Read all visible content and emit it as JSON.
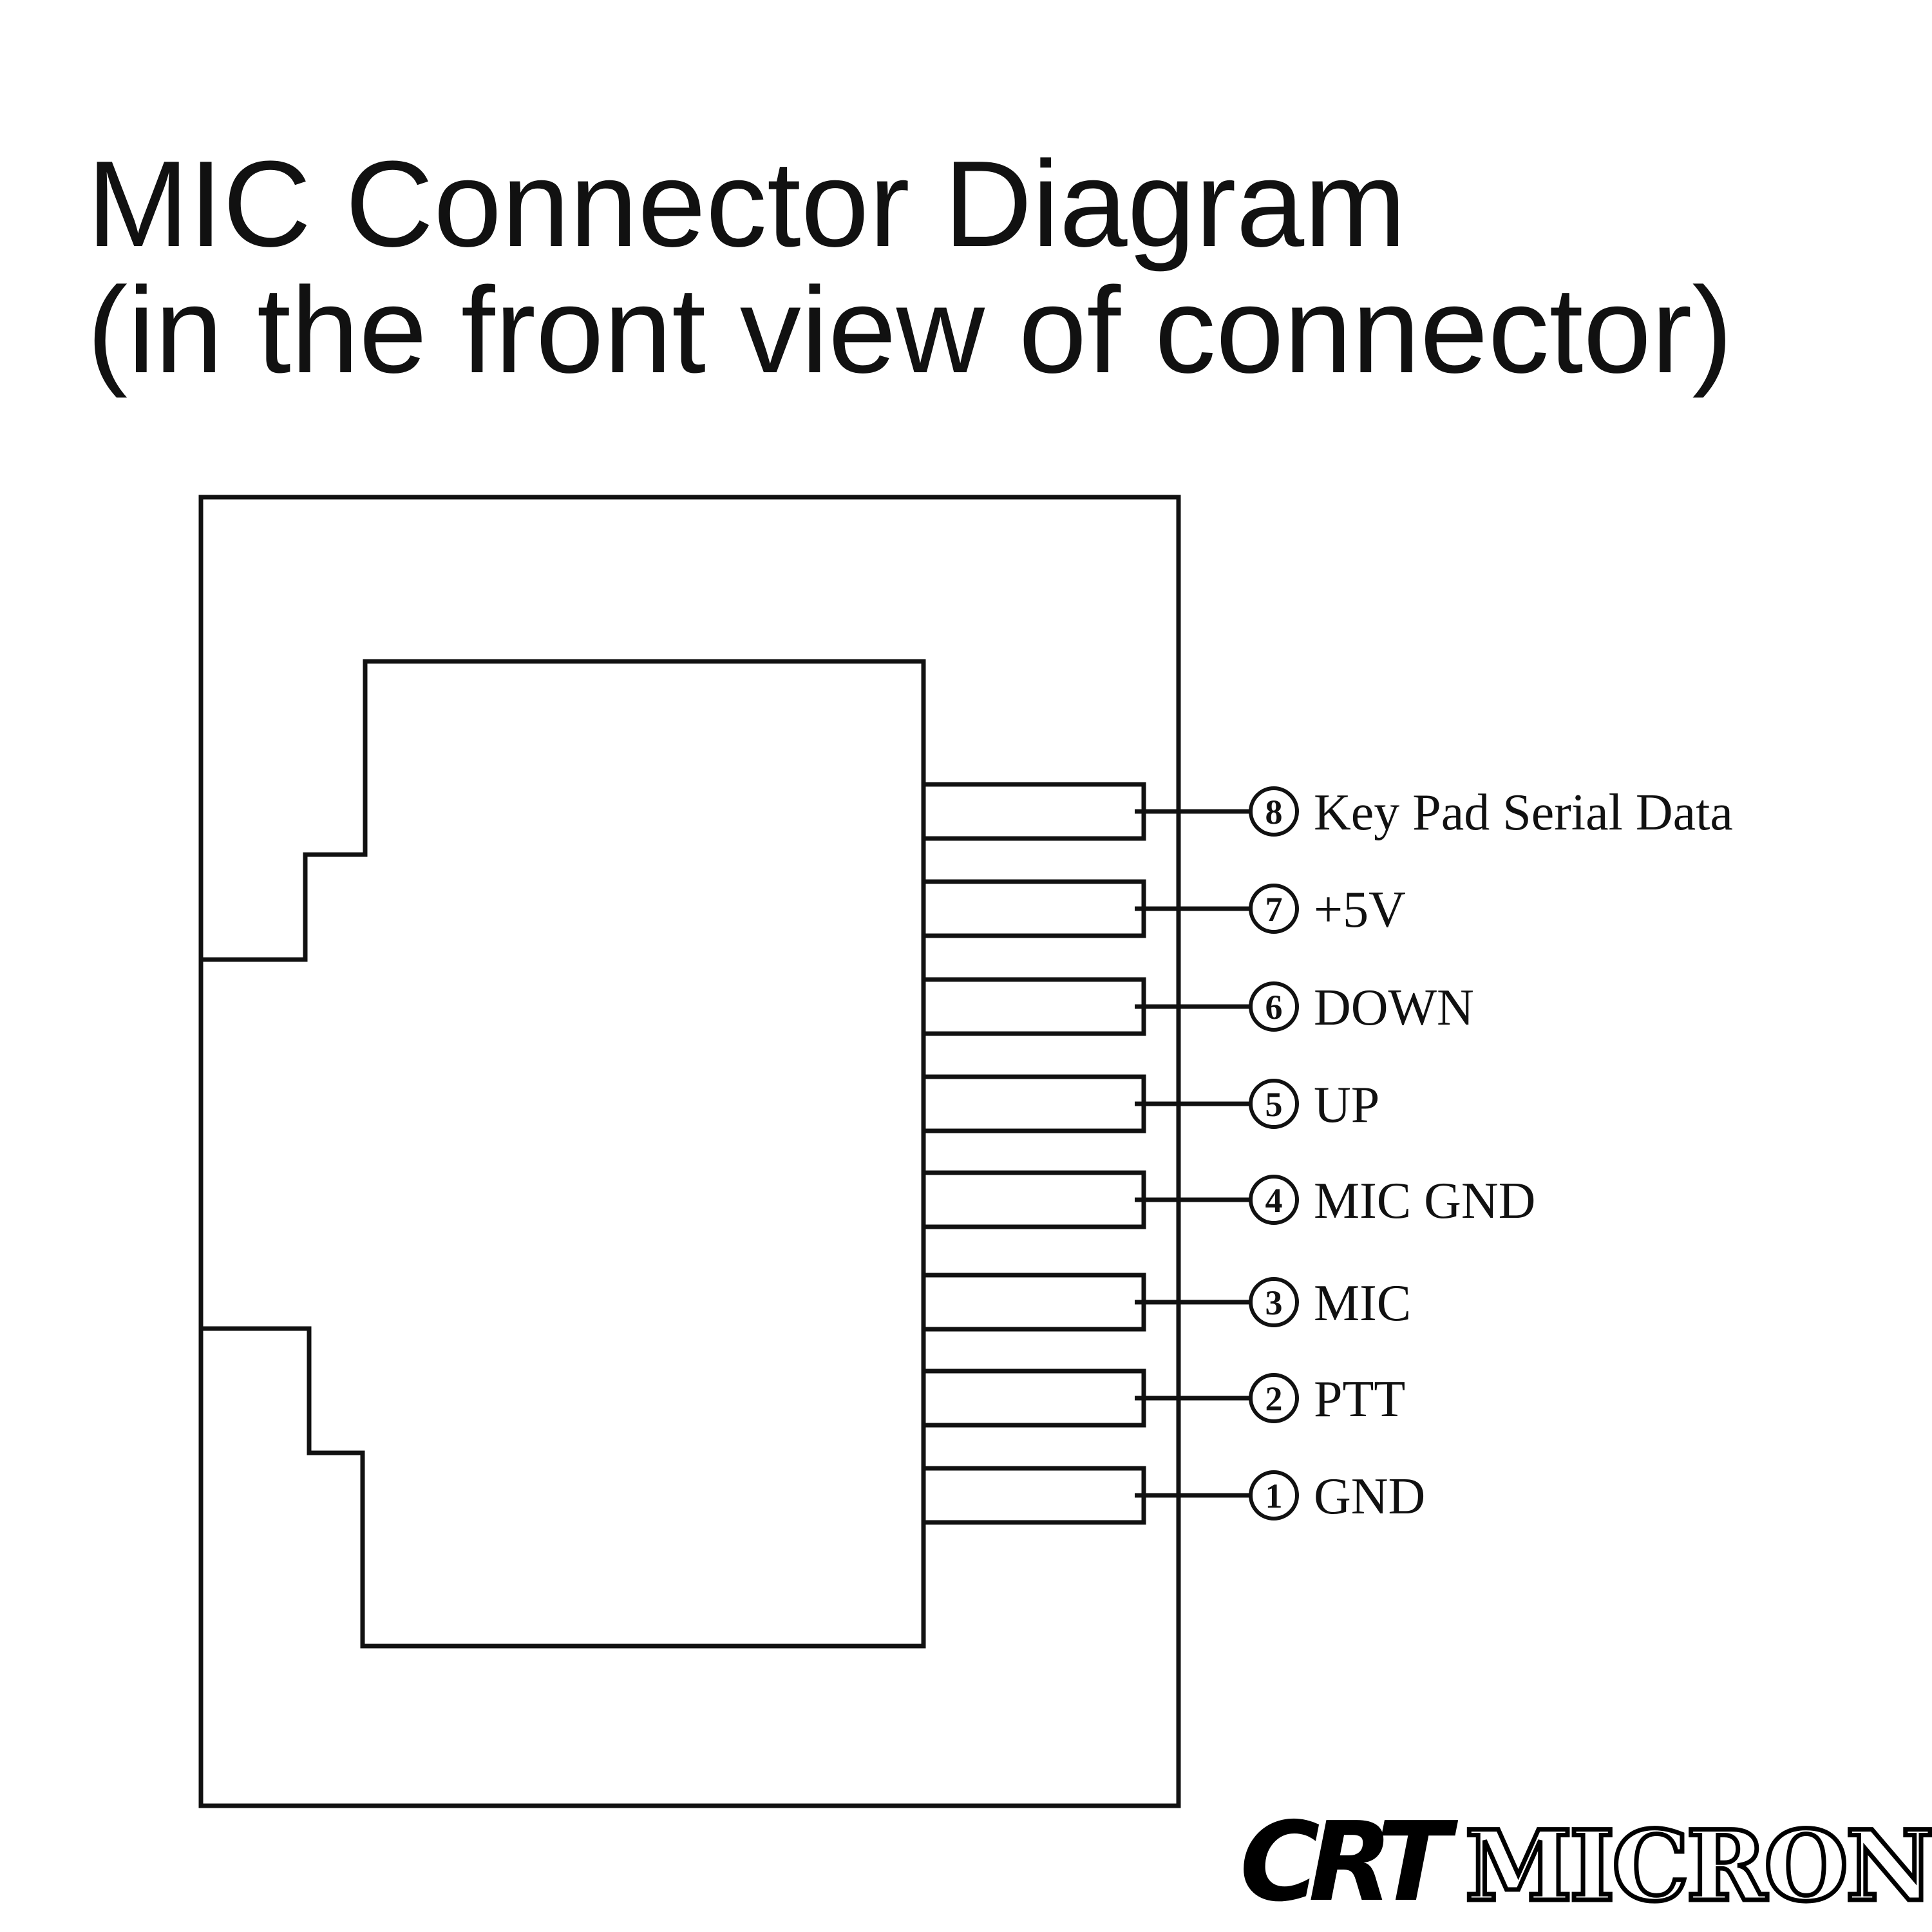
{
  "title": {
    "line1": "MIC Connector Diagram",
    "line2": "(in the front view of connector)"
  },
  "pins": [
    {
      "number": "8",
      "label": "Key Pad Serial Data"
    },
    {
      "number": "7",
      "label": "+5V"
    },
    {
      "number": "6",
      "label": "DOWN"
    },
    {
      "number": "5",
      "label": "UP"
    },
    {
      "number": "4",
      "label": "MIC GND"
    },
    {
      "number": "3",
      "label": "MIC"
    },
    {
      "number": "2",
      "label": "PTT"
    },
    {
      "number": "1",
      "label": "GND"
    }
  ],
  "logo": {
    "brand1": "CRT",
    "brand2": "MICRON"
  }
}
